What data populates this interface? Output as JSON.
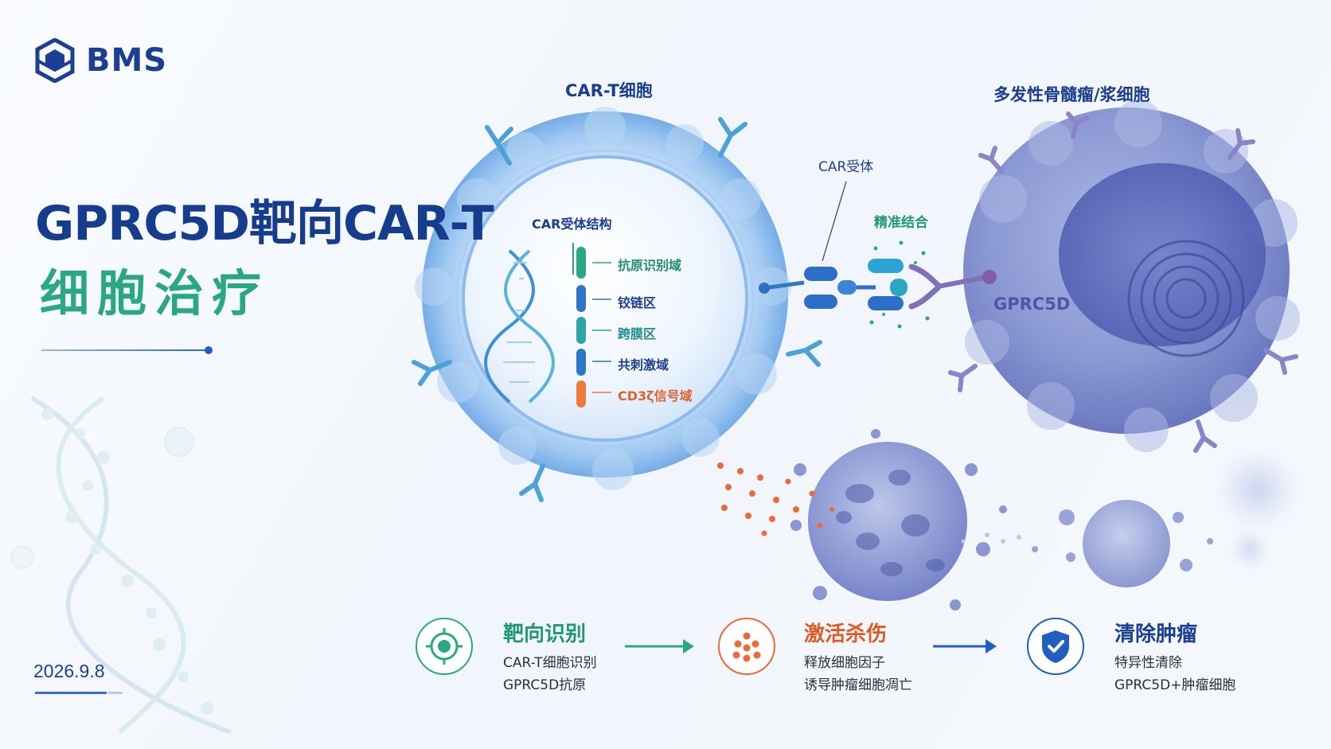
{
  "brand": {
    "name": "BMS",
    "color": "#1d3f93"
  },
  "title": {
    "line1": "GPRC5D靶向CAR-T",
    "line2": "细胞治疗"
  },
  "date": "2026.9.8",
  "diagram": {
    "cart_cell_label": "CAR-T细胞",
    "myeloma_cell_label": "多发性骨髓瘤/浆细胞",
    "car_receptor_label": "CAR受体",
    "precise_binding_label": "精准结合",
    "antigen_label": "GPRC5D",
    "structure_title": "CAR受体结构",
    "domains": [
      "抗原识别域",
      "铰链区",
      "跨膜区",
      "共刺激域",
      "CD3ζ信号域"
    ]
  },
  "steps": [
    {
      "title": "靶向识别",
      "line1": "CAR-T细胞识别",
      "line2": "GPRC5D抗原",
      "icon": "target-icon",
      "color": "#2aa882"
    },
    {
      "title": "激活杀伤",
      "line1": "释放细胞因子",
      "line2": "诱导肿瘤细胞凋亡",
      "icon": "cytokine-dots-icon",
      "color": "#ea6a3a"
    },
    {
      "title": "清除肿瘤",
      "line1": "特异性清除",
      "line2": "GPRC5D+肿瘤细胞",
      "icon": "shield-check-icon",
      "color": "#1f5fc2"
    }
  ],
  "colors": {
    "accent_green": "#2aa882",
    "accent_orange": "#ea6a3a",
    "accent_blue": "#1f5fc2",
    "navy": "#163c8e"
  }
}
